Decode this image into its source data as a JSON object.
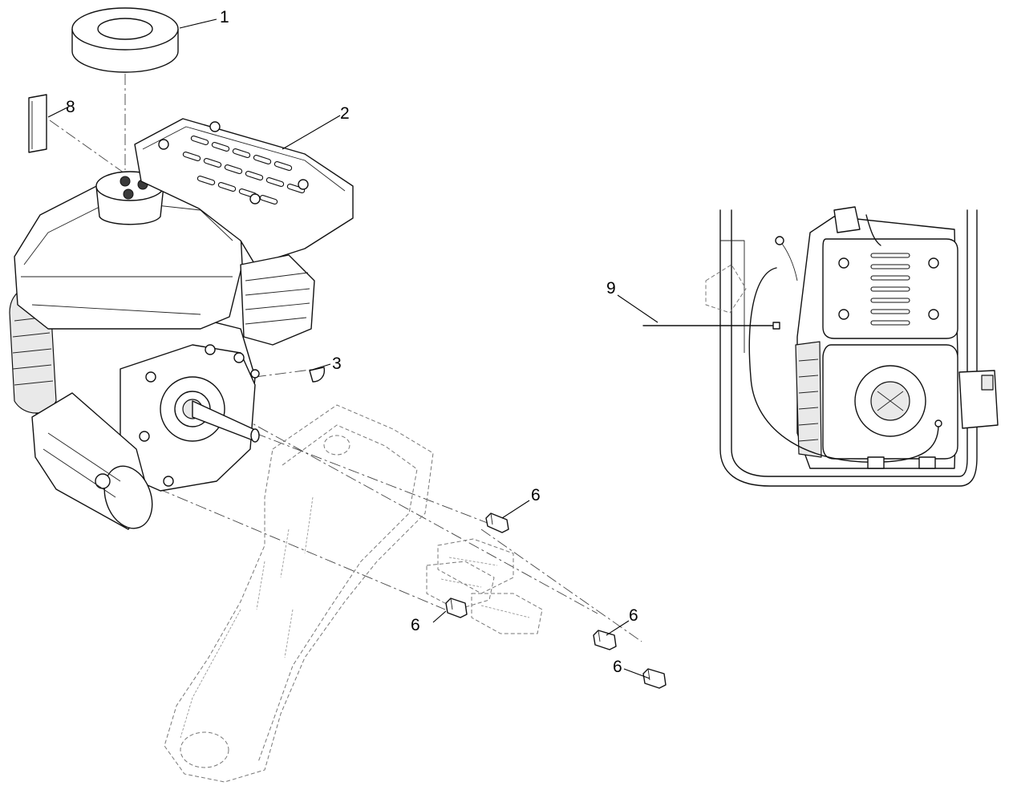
{
  "callouts": {
    "c1": "1",
    "c2": "2",
    "c3": "3",
    "c6a": "6",
    "c6b": "6",
    "c6c": "6",
    "c6d": "6",
    "c8": "8",
    "c9": "9"
  },
  "icons": {
    "washer": "washer-icon",
    "decal": "decal-icon",
    "engine": "engine-icon",
    "key": "woodruff-key-icon",
    "bolt": "bolt-icon",
    "frame": "mounting-frame-icon",
    "inset": "engine-installed-view-icon",
    "cable_tie": "cable-tie-icon"
  }
}
